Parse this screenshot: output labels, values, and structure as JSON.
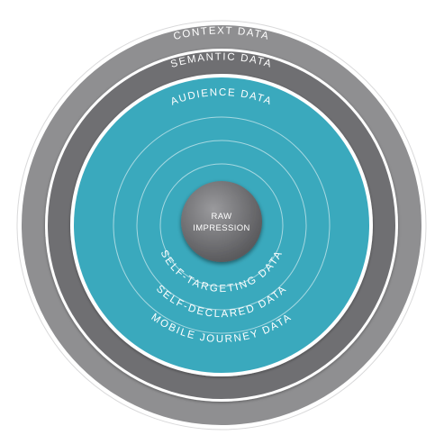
{
  "diagram": {
    "layers": [
      {
        "label": "CONTEXT DATA"
      },
      {
        "label": "SEMANTIC DATA"
      },
      {
        "label": "AUDIENCE DATA"
      },
      {
        "label": "SELF-TARGETING DATA"
      },
      {
        "label": "SELF-DECLARED DATA"
      },
      {
        "label": "MOBILE JOURNEY DATA"
      }
    ],
    "core": {
      "line1": "RAW",
      "line2": "IMPRESSION"
    }
  },
  "colors": {
    "outer_ring": "#8f8f91",
    "second_ring": "#6f6f72",
    "audience": "#3aa9bd",
    "core": "#6b6b6e",
    "text": "#ffffff"
  }
}
